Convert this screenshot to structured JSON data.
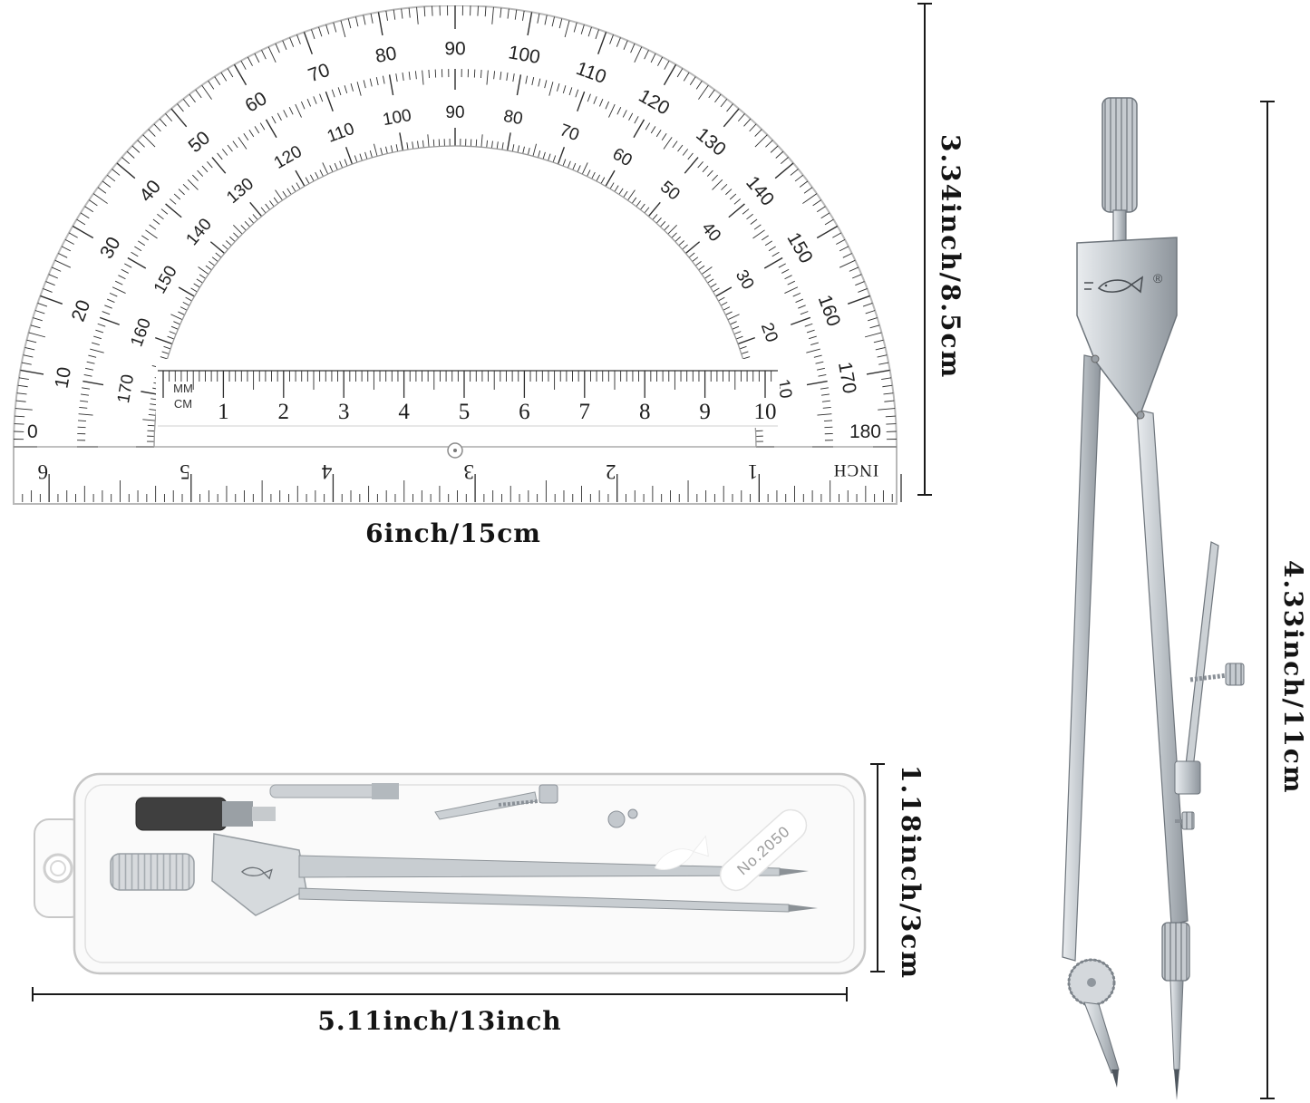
{
  "dimension_labels": {
    "protractor_height": "3.34inch/8.5cm",
    "protractor_width": "6inch/15cm",
    "compass_height": "4.33inch/11cm",
    "case_height": "1.18inch/3cm",
    "case_width": "5.11inch/13inch"
  },
  "protractor": {
    "degree_max": 180,
    "outer_numbers": [
      10,
      20,
      30,
      40,
      50,
      60,
      70,
      80,
      90,
      100,
      110,
      120,
      130,
      140,
      150,
      160,
      170
    ],
    "inner_numbers": [
      170,
      160,
      150,
      140,
      130,
      120,
      110,
      100,
      90,
      80,
      70,
      60,
      50,
      40,
      30,
      20,
      10
    ],
    "base_left": "0",
    "base_right": "180",
    "cm_ruler": {
      "unit_top": "MM",
      "unit_bottom": "CM",
      "numbers": [
        1,
        2,
        3,
        4,
        5,
        6,
        7,
        8,
        9,
        10
      ]
    },
    "inch_ruler": {
      "label": "INCH",
      "numbers": [
        1,
        2,
        3,
        4,
        5,
        6
      ]
    }
  },
  "compass": {
    "reg_mark": "®"
  },
  "case": {
    "model": "No.2050"
  }
}
